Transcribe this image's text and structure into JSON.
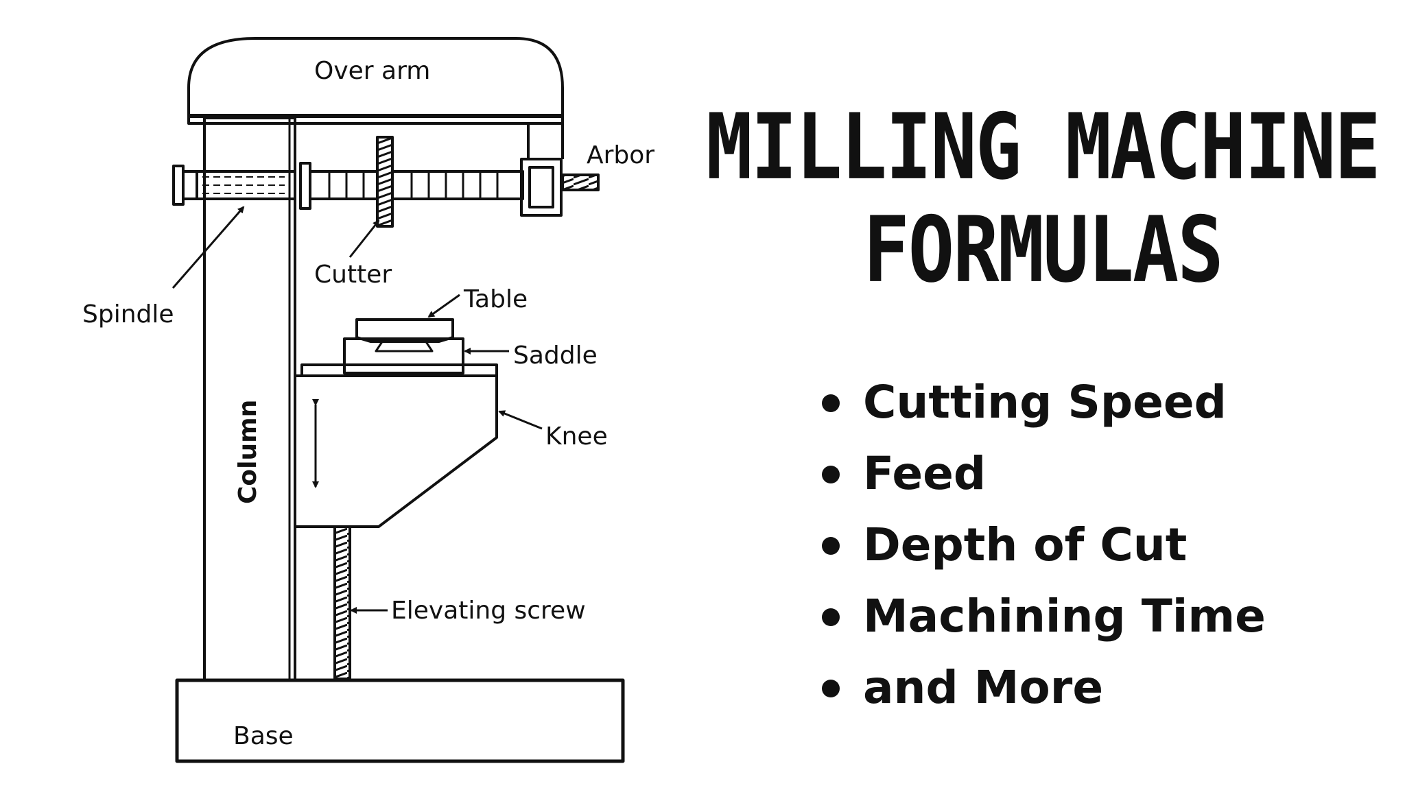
{
  "diagram": {
    "labels": {
      "over_arm": "Over arm",
      "arbor": "Arbor",
      "cutter": "Cutter",
      "spindle": "Spindle",
      "table": "Table",
      "saddle": "Saddle",
      "knee": "Knee",
      "column": "Column",
      "elevating_screw": "Elevating screw",
      "base": "Base"
    }
  },
  "title": {
    "line1": "Milling Machine",
    "line2": "Formulas"
  },
  "topics": [
    "Cutting Speed",
    "Feed",
    "Depth of Cut",
    "Machining Time",
    "and More"
  ],
  "colors": {
    "ink": "#111111",
    "background": "#ffffff"
  }
}
